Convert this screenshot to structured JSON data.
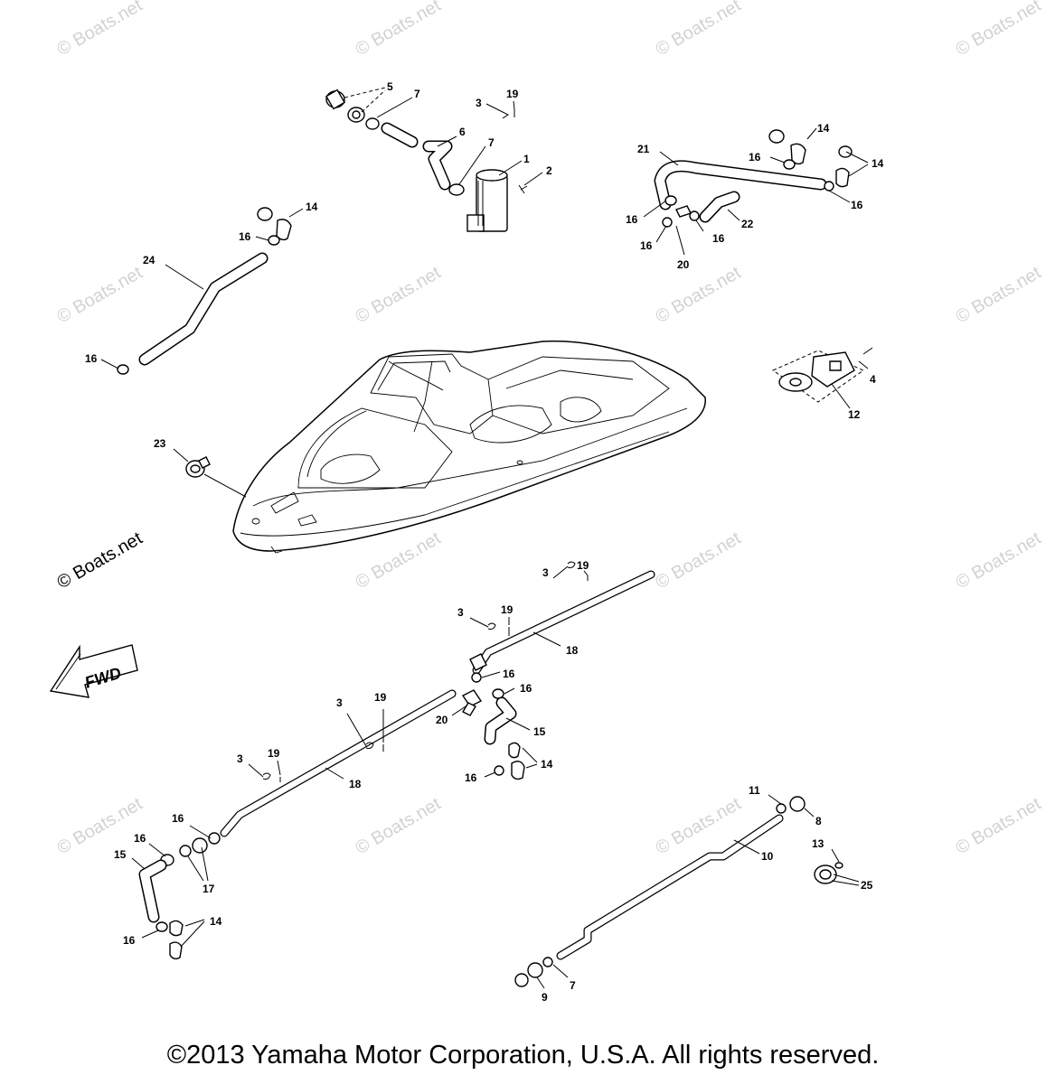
{
  "watermark": "© Boats.net",
  "fwd_label": "FWD",
  "callouts": [
    "1",
    "2",
    "3",
    "4",
    "5",
    "6",
    "7",
    "8",
    "9",
    "10",
    "11",
    "12",
    "13",
    "14",
    "15",
    "16",
    "17",
    "18",
    "19",
    "20",
    "21",
    "22",
    "23",
    "24",
    "25"
  ],
  "copyright": "©2013 Yamaha Motor Corporation, U.S.A. All rights reserved."
}
